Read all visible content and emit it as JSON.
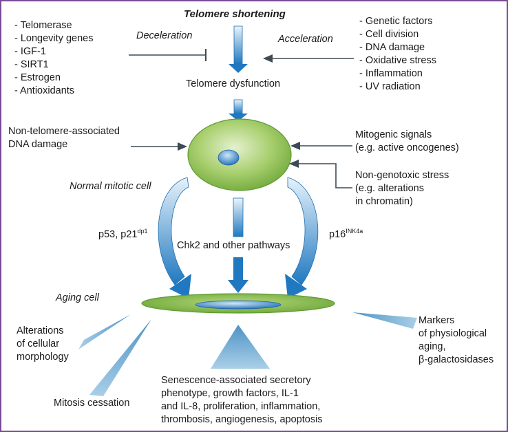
{
  "diagram": {
    "title": "Telomere shortening",
    "deceleration_label": "Deceleration",
    "acceleration_label": "Acceleration",
    "deceleration_factors": [
      "- Telomerase",
      "- Longevity genes",
      "- IGF-1",
      "- SIRT1",
      "- Estrogen",
      "- Antioxidants"
    ],
    "acceleration_factors": [
      "- Genetic factors",
      "- Cell division",
      "- DNA damage",
      "- Oxidative stress",
      "- Inflammation",
      "- UV radiation"
    ],
    "telomere_dysfunction": "Telomere dysfunction",
    "non_telomere_damage": [
      "Non-telomere-associated",
      "DNA damage"
    ],
    "mitogenic_signals": [
      "Mitogenic signals",
      "(e.g. active oncogenes)"
    ],
    "non_genotoxic_stress": [
      "Non-genotoxic stress",
      "(e.g. alterations",
      "in chromatin)"
    ],
    "normal_mitotic_cell": "Normal mitotic cell",
    "p53_label": "p53, p21",
    "p53_sup": "dp1",
    "chk2_label": "Chk2 and other pathways",
    "p16_label": "p16",
    "p16_sup": "INK4a",
    "aging_cell": "Aging cell",
    "morphology": [
      "Alterations",
      "of cellular",
      "morphology"
    ],
    "mitosis_cessation": "Mitosis cessation",
    "sasp": [
      "Senescence-associated secretory",
      "phenotype, growth factors, IL-1",
      "and IL-8, proliferation, inflammation,",
      "thrombosis, angiogenesis, apoptosis"
    ],
    "markers": [
      "Markers",
      "of physiological",
      "aging,",
      "β-galactosidases"
    ]
  },
  "colors": {
    "frame": "#7a4a95",
    "cell_green": "#8cc04a",
    "arrow_blue": "#2a7fc0",
    "dark_arrow": "#3d4a55"
  }
}
